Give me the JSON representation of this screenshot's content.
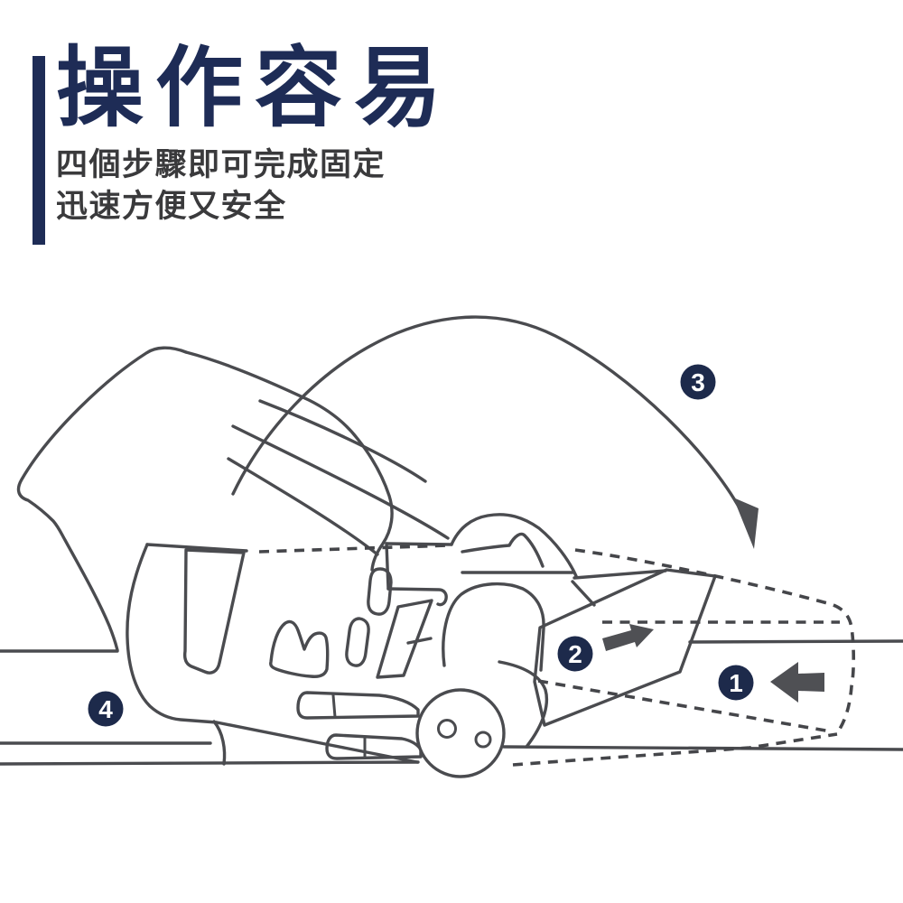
{
  "header": {
    "title": "操作容易",
    "subtitle_line1": "四個步驟即可完成固定",
    "subtitle_line2": "迅速方便又安全"
  },
  "diagram": {
    "subject": "hand-operating-ratchet-tie-down-buckle",
    "steps": [
      {
        "number": "1",
        "arrow_icon": "arrow-left"
      },
      {
        "number": "2",
        "arrow_icon": "arrow-right-up"
      },
      {
        "number": "3",
        "arrow_icon": "arc-arrow-down"
      },
      {
        "number": "4",
        "arrow_icon": "none"
      }
    ]
  },
  "colors": {
    "accent_navy": "#1e2c56",
    "badge_navy": "#1d2a4b",
    "badge_text": "#ffffff",
    "subtitle_gray": "#3a3a3c",
    "line_art_gray": "#4a4b4f",
    "arrow_gray": "#4f5054",
    "background": "#ffffff"
  }
}
